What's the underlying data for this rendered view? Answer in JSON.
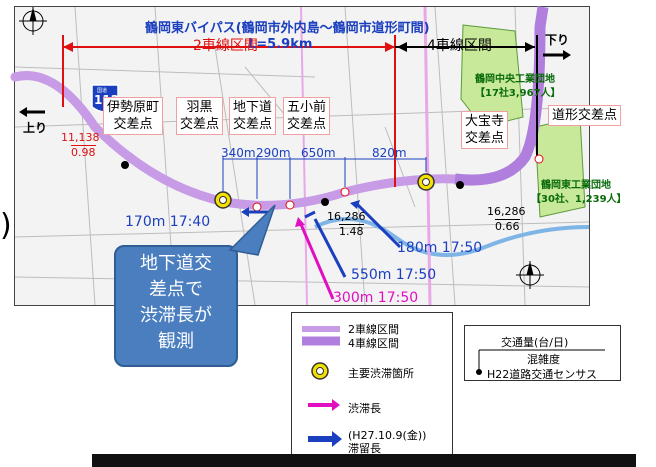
{
  "title": "鶴岡東バイパス(鶴岡市外内島〜鶴岡市道形町間)",
  "length": "L=5.9km",
  "sections": {
    "two_lane": "2車線区間",
    "four_lane": "4車線区間"
  },
  "directions": {
    "up": "上り",
    "down": "下り"
  },
  "route_shield": {
    "top": "国道",
    "number": "112"
  },
  "intersections": [
    {
      "name": "伊勢原町\n交差点",
      "id": "isehara"
    },
    {
      "name": "羽黒\n交差点",
      "id": "haguro"
    },
    {
      "name": "地下道\n交差点",
      "id": "chikado"
    },
    {
      "name": "五小前\n交差点",
      "id": "goshomae"
    },
    {
      "name": "大宝寺\n交差点",
      "id": "daihoji"
    },
    {
      "name": "道形交差点",
      "id": "michigata"
    }
  ],
  "distances": [
    "340m",
    "290m",
    "650m",
    "820m"
  ],
  "traffic_points": [
    {
      "volume": "11,138",
      "ratio": "0.98"
    },
    {
      "volume": "16,286",
      "ratio": "1.48"
    },
    {
      "volume": "16,286",
      "ratio": "0.66"
    }
  ],
  "queues": [
    {
      "label": "170m 17:40",
      "color": "#1a3fbf"
    },
    {
      "label": "180m 17:50",
      "color": "#1a3fbf"
    },
    {
      "label": "550m 17:50",
      "color": "#1a3fbf"
    },
    {
      "label": "300m 17:50",
      "color": "#e010c0"
    }
  ],
  "industrial_zones": [
    {
      "name": "鶴岡中央工業団地",
      "detail": "【17社3,967人】"
    },
    {
      "name": "鶴岡東工業団地",
      "detail": "【30社、1,239人】"
    }
  ],
  "callout": "地下道交\n差点で\n渋滞長が\n観測",
  "legend": {
    "two_lane": "2車線区間",
    "four_lane": "4車線区間",
    "bottleneck": "主要渋滞箇所",
    "congestion": "渋滞長",
    "queue": "(H27.10.9(金))\n滞留長"
  },
  "traffic_key": {
    "volume": "交通量(台/日)",
    "ratio": "混雑度",
    "source": "H22道路交通センサス"
  },
  "colors": {
    "two_lane": "#c79be6",
    "four_lane": "#b07fde",
    "section_red": "#e01010",
    "title_blue": "#1a3fbf",
    "industrial_green": "#c8e89a",
    "callout_blue": "#4a7ebf",
    "queue_blue": "#1a3fbf",
    "congestion_magenta": "#e010c0",
    "bottleneck_yellow": "#f5e100"
  },
  "icons": [
    "compass-rose-icon",
    "route-shield-icon",
    "arrow-left-icon",
    "arrow-right-icon",
    "bottleneck-circle-icon"
  ]
}
